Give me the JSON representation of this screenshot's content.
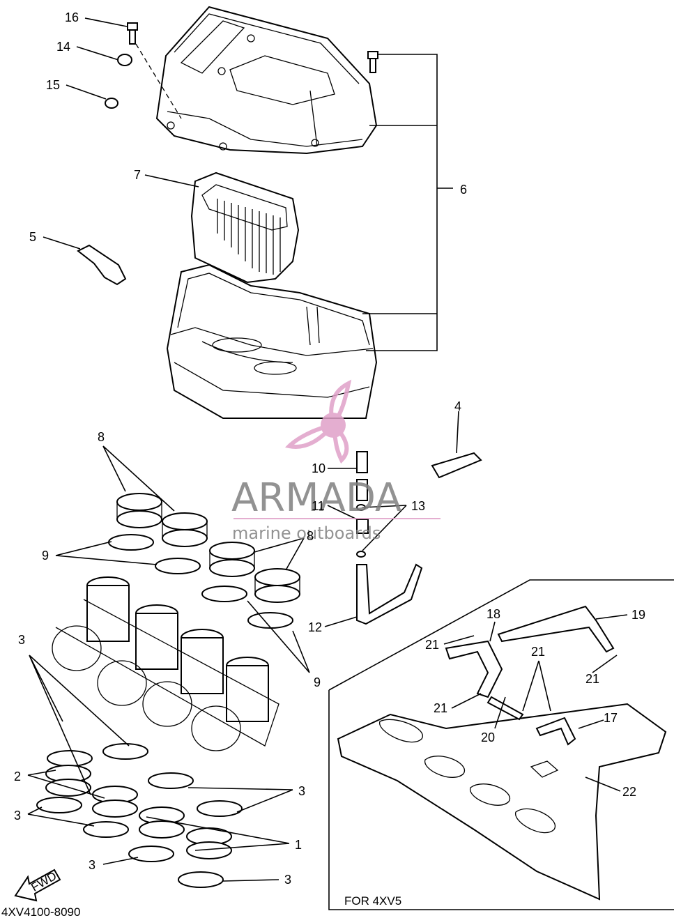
{
  "labels": {
    "p1": "1",
    "p2": "2",
    "p3a": "3",
    "p3b": "3",
    "p3c": "3",
    "p3d": "3",
    "p3e": "3",
    "p4": "4",
    "p5": "5",
    "p6": "6",
    "p7": "7",
    "p8a": "8",
    "p8b": "8",
    "p9a": "9",
    "p9b": "9",
    "p10": "10",
    "p11": "11",
    "p12": "12",
    "p13": "13",
    "p14": "14",
    "p15": "15",
    "p16": "16",
    "p17": "17",
    "p18": "18",
    "p19": "19",
    "p20": "20",
    "p21a": "21",
    "p21b": "21",
    "p21c": "21",
    "p21d": "21",
    "p22": "22"
  },
  "inset_note": "FOR 4XV5",
  "drawing_code": "4XV4100-8090",
  "fwd_label": "FWD",
  "watermark": {
    "brand": "ARMADA",
    "tagline": "marine outboards",
    "color_brand": "#808080",
    "color_accent": "#e0a0c8"
  }
}
